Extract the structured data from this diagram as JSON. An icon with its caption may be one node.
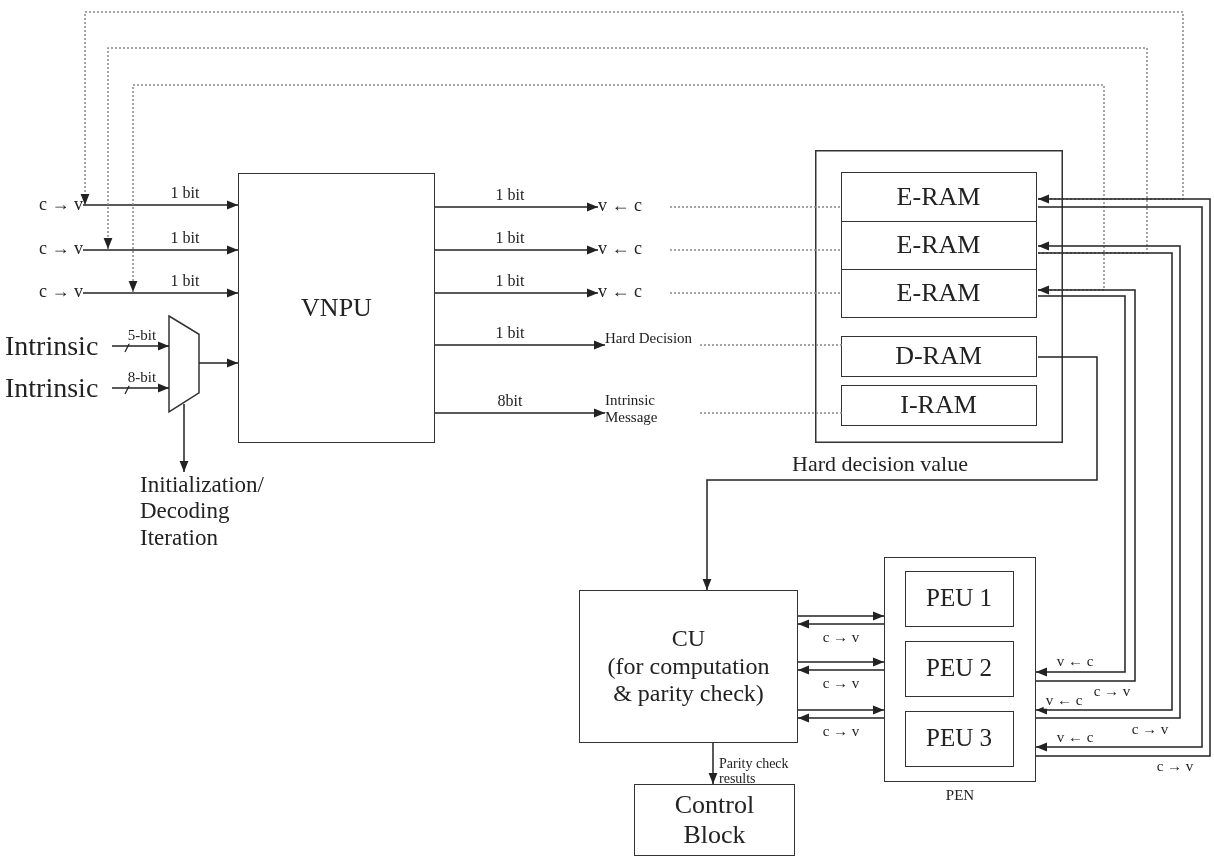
{
  "diagram": {
    "nodes": [
      {
        "text": [
          "c → v"
        ]
      },
      {
        "text": [
          "c → v"
        ]
      },
      {
        "text": [
          "c → v"
        ]
      },
      {
        "text": [
          "Intrinsic"
        ]
      },
      {
        "text": [
          "Intrinsic"
        ]
      },
      {
        "text": [],
        "shape": "trapezoid"
      },
      {
        "text": [
          "Initialization/ Decoding Iteration"
        ]
      },
      {
        "text": [
          "VNPU"
        ]
      },
      {
        "text": [
          "v ← c"
        ]
      },
      {
        "text": [
          "v ← c"
        ]
      },
      {
        "text": [
          "v ← c"
        ]
      },
      {
        "text": [
          "Hard Decision"
        ]
      },
      {
        "text": [
          "Intrinsic Message"
        ]
      },
      {
        "text": [],
        "shape": "box"
      },
      {
        "text": [
          "E-RAM"
        ],
        "in": 13
      },
      {
        "text": [
          "E-RAM"
        ],
        "in": 13
      },
      {
        "text": [
          "E-RAM"
        ],
        "in": 13
      },
      {
        "text": [
          "D-RAM"
        ],
        "in": 13
      },
      {
        "text": [
          "I-RAM"
        ],
        "in": 13
      },
      {
        "text": [
          "CU",
          "(for computation & parity check)"
        ]
      },
      {
        "text": [
          "Control Block"
        ]
      },
      {
        "text": [
          "PEN"
        ]
      },
      {
        "text": [
          "PEU 1"
        ],
        "in": 21
      },
      {
        "text": [
          "PEU 2"
        ],
        "in": 21
      },
      {
        "text": [
          "PEU 3"
        ],
        "in": 21
      }
    ],
    "edges": [
      {
        "from": 0,
        "to": 7,
        "arrow": "to",
        "label": "1 bit"
      },
      {
        "from": 1,
        "to": 7,
        "arrow": "to",
        "label": "1 bit"
      },
      {
        "from": 2,
        "to": 7,
        "arrow": "to",
        "label": "1 bit"
      },
      {
        "from": 3,
        "to": 5,
        "arrow": "to",
        "label": "5-bit"
      },
      {
        "from": 4,
        "to": 5,
        "arrow": "to",
        "label": "8-bit"
      },
      {
        "from": 5,
        "to": 7,
        "arrow": "to"
      },
      {
        "from": 5,
        "to": 6,
        "arrow": "to"
      },
      {
        "from": 7,
        "to": 8,
        "arrow": "to",
        "label": "1 bit"
      },
      {
        "from": 7,
        "to": 9,
        "arrow": "to",
        "label": "1 bit"
      },
      {
        "from": 7,
        "to": 10,
        "arrow": "to",
        "label": "1 bit"
      },
      {
        "from": 7,
        "to": 11,
        "arrow": "to",
        "label": "1 bit"
      },
      {
        "from": 7,
        "to": 12,
        "arrow": "to",
        "label": "8bit"
      },
      {
        "from": 8,
        "to": 14,
        "arrow": "none",
        "style": "dashed",
        "color": "#888888"
      },
      {
        "from": 9,
        "to": 15,
        "arrow": "none",
        "style": "dashed",
        "color": "#888888"
      },
      {
        "from": 10,
        "to": 16,
        "arrow": "none",
        "style": "dashed",
        "color": "#888888"
      },
      {
        "from": 11,
        "to": 17,
        "arrow": "none",
        "style": "dashed",
        "color": "#888888"
      },
      {
        "from": 12,
        "to": 18,
        "arrow": "none",
        "style": "dashed",
        "color": "#888888"
      },
      {
        "from": 14,
        "to": 0,
        "arrow": "to",
        "style": "dashed",
        "color": "#888888"
      },
      {
        "from": 15,
        "to": 1,
        "arrow": "to",
        "style": "dashed",
        "color": "#888888"
      },
      {
        "from": 16,
        "to": 2,
        "arrow": "to",
        "style": "dashed",
        "color": "#888888"
      },
      {
        "from": 17,
        "to": 19,
        "arrow": "to",
        "label": "Hard decision value"
      },
      {
        "from": 19,
        "to": 21,
        "arrow": "to"
      },
      {
        "from": 21,
        "to": 19,
        "arrow": "to",
        "label": "c → v"
      },
      {
        "from": 19,
        "to": 21,
        "arrow": "to"
      },
      {
        "from": 21,
        "to": 19,
        "arrow": "to",
        "label": "c → v"
      },
      {
        "from": 19,
        "to": 21,
        "arrow": "to"
      },
      {
        "from": 21,
        "to": 19,
        "arrow": "to",
        "label": "c → v"
      },
      {
        "from": 16,
        "to": 21,
        "arrow": "to",
        "label": "v ← c"
      },
      {
        "from": 21,
        "to": 16,
        "arrow": "to",
        "label": "c → v"
      },
      {
        "from": 15,
        "to": 21,
        "arrow": "to",
        "label": "v ← c"
      },
      {
        "from": 21,
        "to": 15,
        "arrow": "to",
        "label": "c → v"
      },
      {
        "from": 14,
        "to": 21,
        "arrow": "to",
        "label": "v ← c"
      },
      {
        "from": 21,
        "to": 14,
        "arrow": "to",
        "label": "c → v"
      },
      {
        "from": 19,
        "to": 20,
        "arrow": "to",
        "label": "Parity check results"
      }
    ]
  }
}
